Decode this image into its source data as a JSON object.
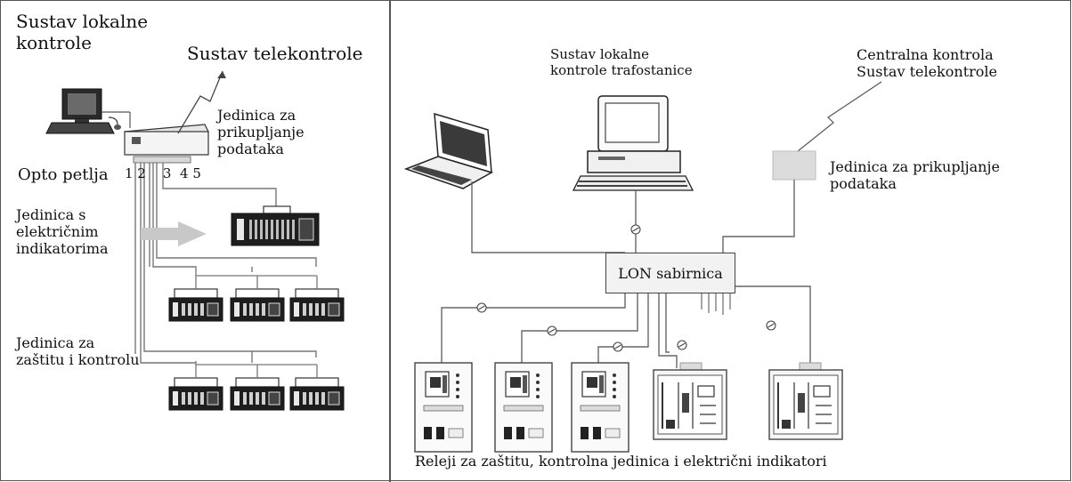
{
  "left_panel": {
    "local_control_title": "Sustav lokalne\nkontrole",
    "telecontrol_title": "Sustav telekontrole",
    "data_unit_label": "Jedinica za\nprikupljanje\npodataka",
    "opto_loop_label": "Opto petlja",
    "port_numbers": "1 2    3  4 5",
    "indicator_unit_label": "Jedinica s\nelektričnim\nindikatorima",
    "protection_unit_label": "Jedinica za\nzaštitu i kontrolu"
  },
  "right_panel": {
    "station_control_title": "Sustav lokalne\nkontrole trafostanice",
    "central_control_title": "Centralna kontrola\nSustav telekontrole",
    "data_unit_label": "Jedinica za prikupljanje\npodataka",
    "lon_bus_label": "LON sabirnica",
    "relays_caption": "Releji za zaštitu, kontrolna jedinica i električni indikatori"
  }
}
